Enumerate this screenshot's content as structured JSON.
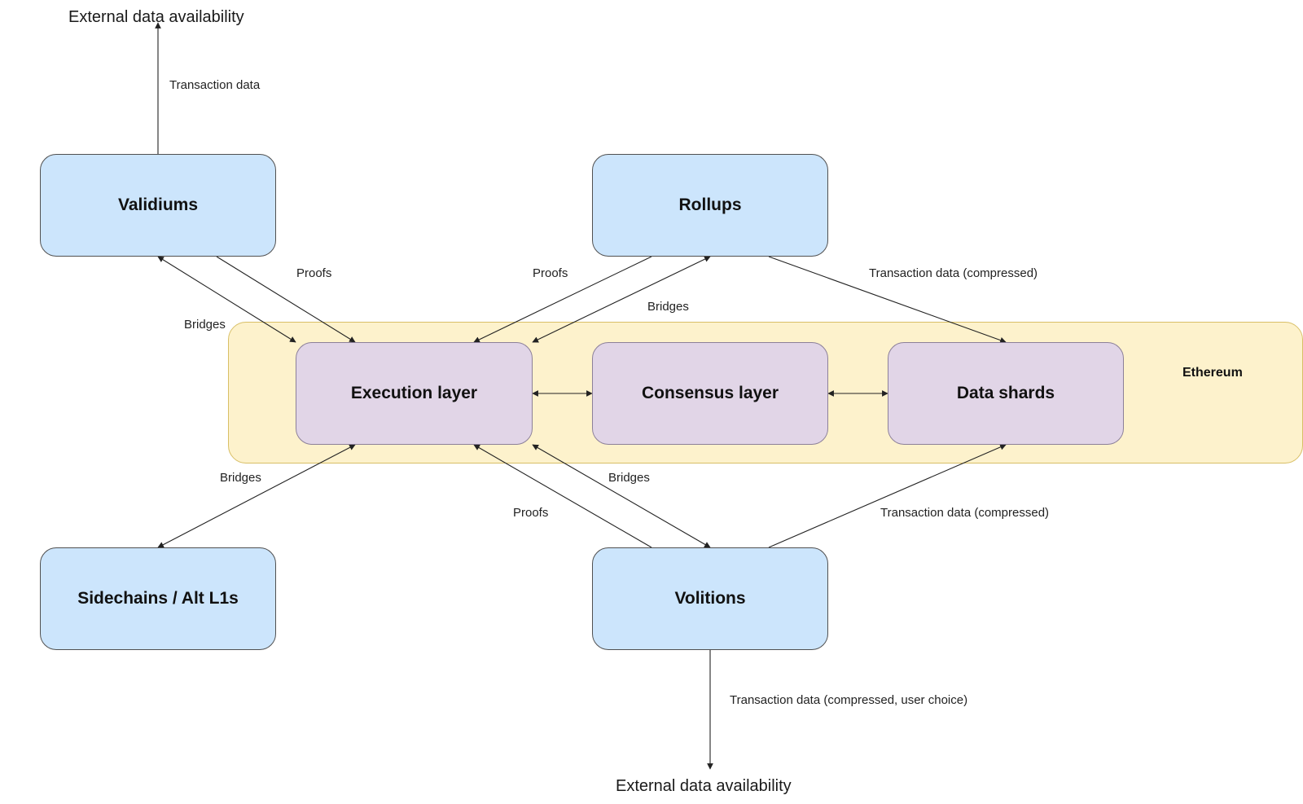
{
  "colors": {
    "external_node_fill": "#cce5fc",
    "ethereum_region_fill": "#fdf2cc",
    "layer_node_fill": "#e1d5e7",
    "edge_stroke": "#222222"
  },
  "diagram": {
    "region": {
      "label": "Ethereum"
    },
    "nodes": {
      "validiums": "Validiums",
      "rollups": "Rollups",
      "execution": "Execution layer",
      "consensus": "Consensus layer",
      "shards": "Data shards",
      "sidechains": "Sidechains / Alt L1s",
      "volitions": "Volitions"
    },
    "external": {
      "top": "External data availability",
      "bottom": "External data availability"
    },
    "edge_labels": {
      "validiums_txdata": "Transaction data",
      "validiums_proofs": "Proofs",
      "validiums_bridges": "Bridges",
      "rollups_proofs": "Proofs",
      "rollups_bridges": "Bridges",
      "rollups_txdata": "Transaction data (compressed)",
      "sidechains_bridges": "Bridges",
      "volitions_proofs": "Proofs",
      "volitions_bridges": "Bridges",
      "volitions_txdata": "Transaction data (compressed)",
      "volitions_external": "Transaction data (compressed, user choice)"
    },
    "edges": [
      {
        "id": "validiums-to-external-top",
        "from": "validiums",
        "to": "external-top",
        "direction": "forward"
      },
      {
        "id": "validiums-execution-bridges",
        "from": "validiums",
        "to": "execution",
        "direction": "both"
      },
      {
        "id": "validiums-execution-proofs",
        "from": "validiums",
        "to": "execution",
        "direction": "forward"
      },
      {
        "id": "rollups-execution-proofs",
        "from": "rollups",
        "to": "execution",
        "direction": "forward"
      },
      {
        "id": "rollups-execution-bridges",
        "from": "rollups",
        "to": "execution",
        "direction": "both"
      },
      {
        "id": "rollups-shards-txdata",
        "from": "rollups",
        "to": "shards",
        "direction": "forward"
      },
      {
        "id": "execution-consensus",
        "from": "execution",
        "to": "consensus",
        "direction": "both"
      },
      {
        "id": "consensus-shards",
        "from": "consensus",
        "to": "shards",
        "direction": "both"
      },
      {
        "id": "sidechains-execution-bridges",
        "from": "sidechains",
        "to": "execution",
        "direction": "both"
      },
      {
        "id": "volitions-execution-proofs",
        "from": "volitions",
        "to": "execution",
        "direction": "forward"
      },
      {
        "id": "volitions-execution-bridges",
        "from": "volitions",
        "to": "execution",
        "direction": "both"
      },
      {
        "id": "volitions-shards-txdata",
        "from": "volitions",
        "to": "shards",
        "direction": "forward"
      },
      {
        "id": "volitions-to-external-bottom",
        "from": "volitions",
        "to": "external-bottom",
        "direction": "forward"
      }
    ]
  }
}
